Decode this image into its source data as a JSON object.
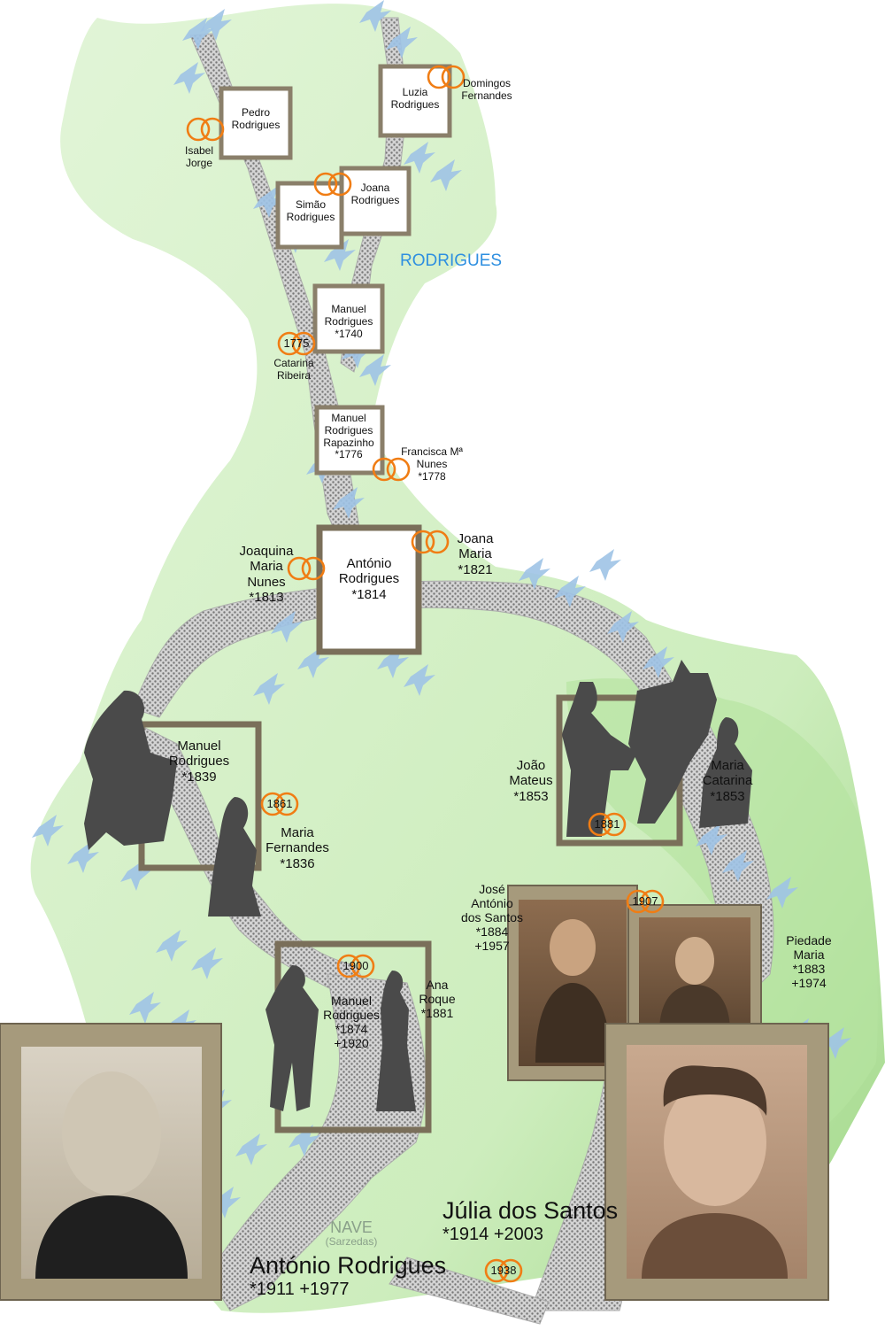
{
  "family_title": "RODRIGUES",
  "place": {
    "name": "NAVE",
    "sub": "(Sarzedas)"
  },
  "colors": {
    "land_light": "#dcf2cf",
    "land": "#bfe6ae",
    "path": "#9a9a9a",
    "leaf": "#9ec3e6",
    "ring": "#f07d14",
    "frame": "#8a7f6a",
    "silhouette": "#4a4a4a",
    "title": "#2e8fe0",
    "place": "#8aa08a"
  },
  "people": {
    "pedro": {
      "lines": [
        "Pedro",
        "Rodrigues"
      ]
    },
    "isabel": {
      "lines": [
        "Isabel",
        "Jorge"
      ]
    },
    "luzia": {
      "lines": [
        "Luzia",
        "Rodrigues"
      ]
    },
    "domingos": {
      "lines": [
        "Domingos",
        "Fernandes"
      ]
    },
    "simao": {
      "lines": [
        "Simão",
        "Rodrigues"
      ]
    },
    "joana_r": {
      "lines": [
        "Joana",
        "Rodrigues"
      ]
    },
    "manuel1740": {
      "lines": [
        "Manuel",
        "Rodrigues",
        "*1740"
      ]
    },
    "catarina": {
      "lines": [
        "Catarina",
        "Ribeira"
      ]
    },
    "manuel1776": {
      "lines": [
        "Manuel",
        "Rodrigues",
        "Rapazinho",
        "*1776"
      ]
    },
    "francisca": {
      "lines": [
        "Francisca Mª",
        "Nunes",
        "*1778"
      ]
    },
    "antonio1814": {
      "lines": [
        "António",
        "Rodrigues",
        "*1814"
      ]
    },
    "joaquina": {
      "lines": [
        "Joaquina",
        "Maria",
        "Nunes",
        "*1813"
      ]
    },
    "joana_m": {
      "lines": [
        "Joana",
        "Maria",
        "*1821"
      ]
    },
    "manuel1839": {
      "lines": [
        "Manuel",
        "Rodrigues",
        "*1839"
      ]
    },
    "maria_f": {
      "lines": [
        "Maria",
        "Fernandes",
        "*1836"
      ]
    },
    "joao": {
      "lines": [
        "João",
        "Mateus",
        "*1853"
      ]
    },
    "maria_c": {
      "lines": [
        "Maria",
        "Catarina",
        "*1853"
      ]
    },
    "jose": {
      "lines": [
        "José",
        "António",
        "dos Santos",
        "*1884",
        "+1957"
      ]
    },
    "piedade": {
      "lines": [
        "Piedade",
        "Maria",
        "*1883",
        "+1974"
      ]
    },
    "manuel1874": {
      "lines": [
        "Manuel",
        "Rodrigues",
        "*1874",
        "+1920"
      ]
    },
    "ana": {
      "lines": [
        "Ana",
        "Roque",
        "*1881"
      ]
    },
    "julia": {
      "name": "Júlia dos Santos",
      "dates": "*1914  +2003"
    },
    "antonio1911": {
      "name": "António Rodrigues",
      "dates": "*1911  +1977"
    }
  },
  "marriages": {
    "m1775": "1775",
    "m1861": "1861",
    "m1881": "1881",
    "m1900": "1900",
    "m1907": "1907",
    "m1938": "1938"
  }
}
